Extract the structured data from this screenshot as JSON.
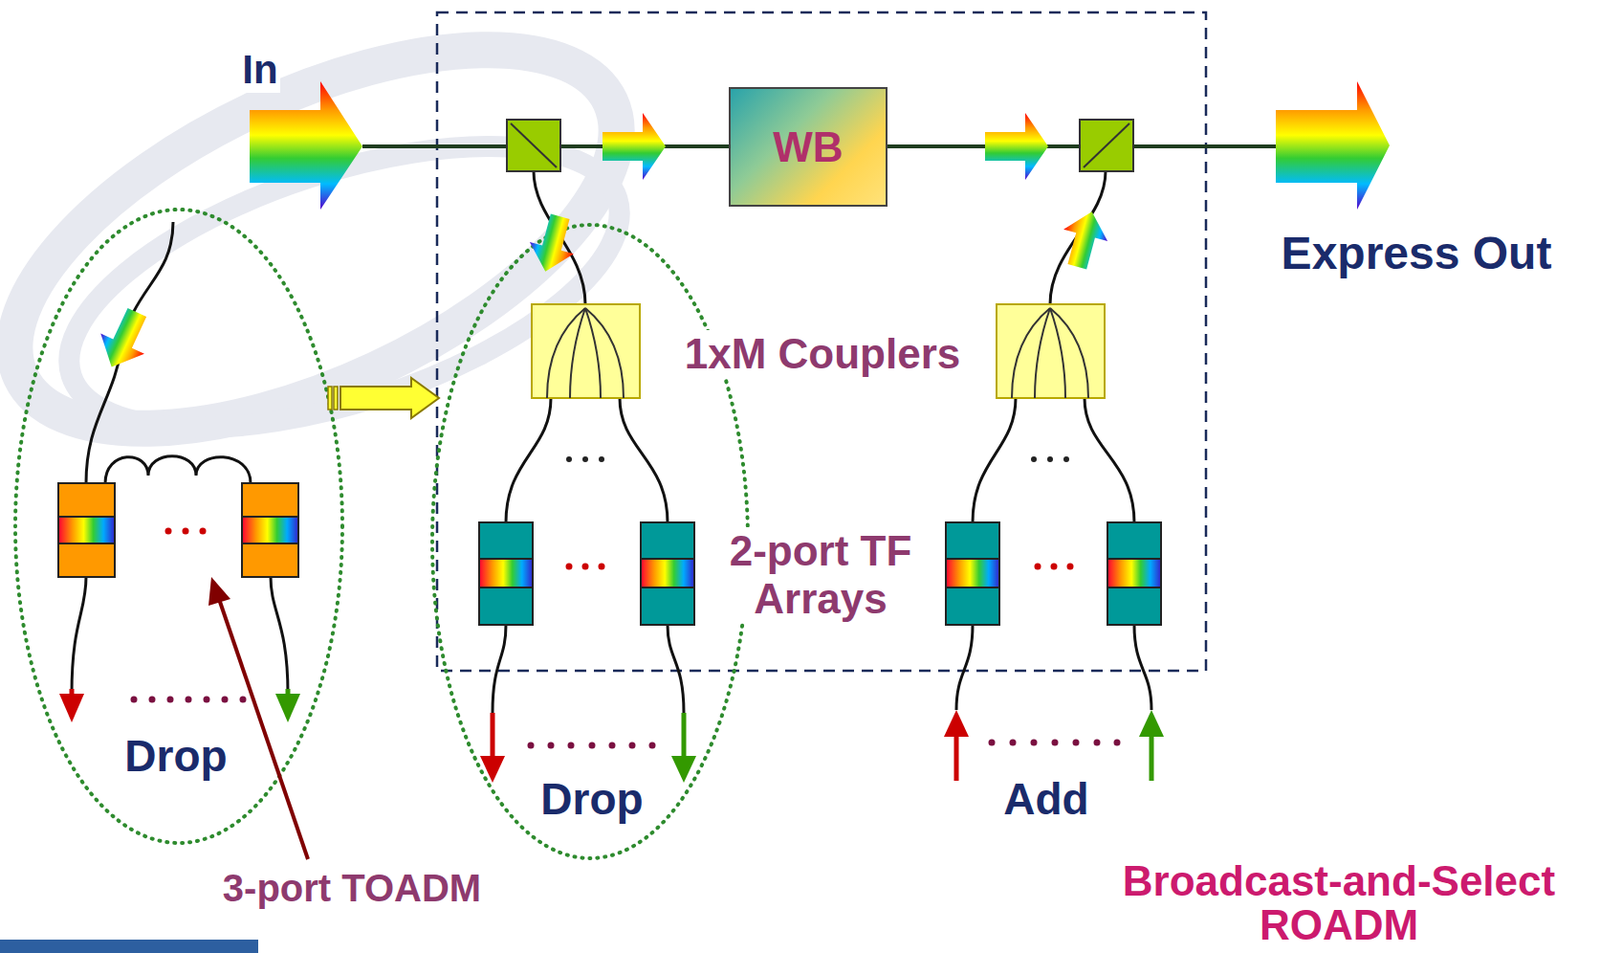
{
  "diagram": {
    "nodes": [
      {
        "text": [
          "WB"
        ]
      }
    ],
    "labels": [
      "In",
      "Express Out",
      "1xM Couplers",
      "2-port TF Arrays",
      "Drop",
      "Drop",
      "Add",
      "3-port TOADM",
      "Broadcast-and-Select ROADM"
    ]
  }
}
